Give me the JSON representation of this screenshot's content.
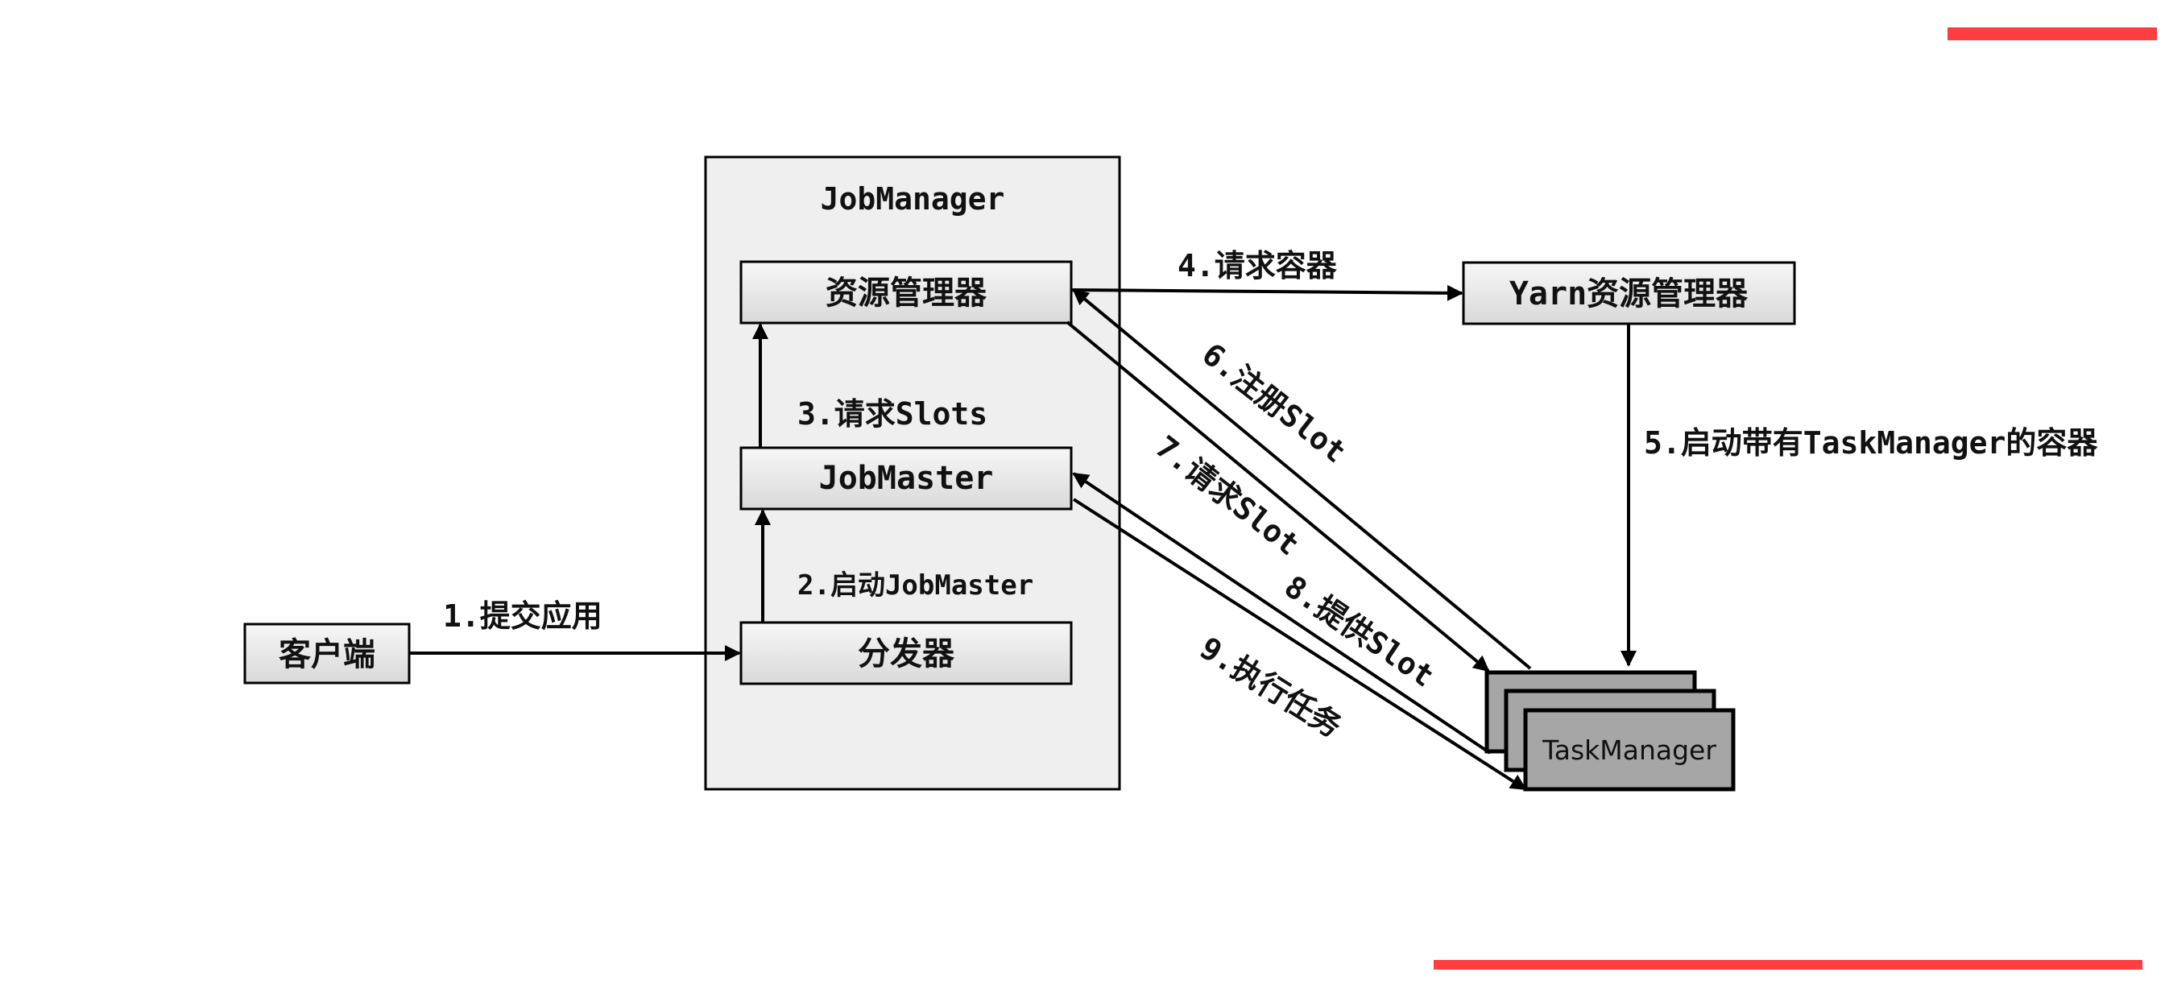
{
  "nodes": {
    "job_manager": {
      "label": "JobManager"
    },
    "resource_manager": {
      "label": "资源管理器"
    },
    "job_master": {
      "label": "JobMaster"
    },
    "dispatcher": {
      "label": "分发器"
    },
    "client": {
      "label": "客户端"
    },
    "yarn_rm": {
      "label": "Yarn资源管理器"
    },
    "task_manager": {
      "label": "TaskManager"
    }
  },
  "edges": {
    "e1": {
      "label": "1.提交应用"
    },
    "e2": {
      "label": "2.启动JobMaster"
    },
    "e3": {
      "label": "3.请求Slots"
    },
    "e4": {
      "label": "4.请求容器"
    },
    "e5": {
      "label": "5.启动带有TaskManager的容器"
    },
    "e6": {
      "label": "6.注册Slot"
    },
    "e7": {
      "label": "7.请求Slot"
    },
    "e8": {
      "label": "8.提供Slot"
    },
    "e9": {
      "label": "9.执行任务"
    }
  },
  "colors": {
    "container_fill": "#efefef",
    "box_fill": "#e6e6e6",
    "task_manager_fill": "#a6a6a6",
    "watermark": "#ff2a2a"
  }
}
